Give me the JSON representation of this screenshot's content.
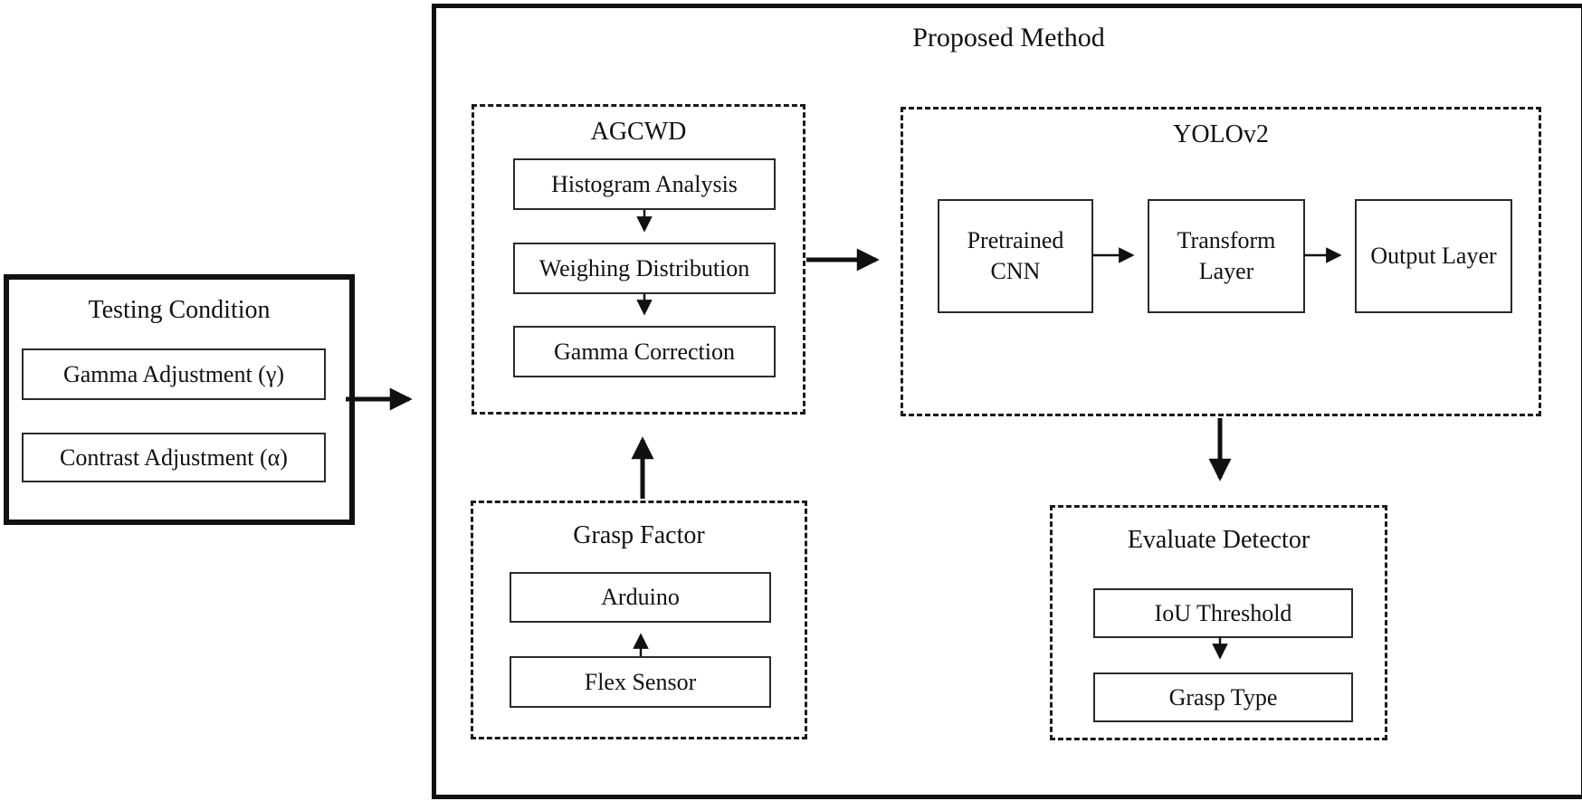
{
  "diagram": {
    "title": "Proposed Method",
    "testing_condition": {
      "title": "Testing Condition",
      "items": [
        "Gamma Adjustment (γ)",
        "Contrast Adjustment (α)"
      ]
    },
    "agcwd": {
      "title": "AGCWD",
      "steps": [
        "Histogram Analysis",
        "Weighing Distribution",
        "Gamma Correction"
      ]
    },
    "grasp_factor": {
      "title": "Grasp Factor",
      "steps": [
        "Arduino",
        "Flex Sensor"
      ]
    },
    "yolov2": {
      "title": "YOLOv2",
      "steps": [
        "Pretrained CNN",
        "Transform Layer",
        "Output Layer"
      ]
    },
    "evaluate_detector": {
      "title": "Evaluate Detector",
      "steps": [
        "IoU Threshold",
        "Grasp Type"
      ]
    },
    "connections": [
      "testing-condition -> proposed-method",
      "grasp-factor -> agcwd",
      "agcwd -> yolov2",
      "yolov2 -> evaluate-detector",
      "histogram-analysis -> weighing-distribution",
      "weighing-distribution -> gamma-correction",
      "flex-sensor -> arduino",
      "pretrained-cnn -> transform-layer",
      "transform-layer -> output-layer",
      "iou-threshold -> grasp-type"
    ],
    "colors": {
      "line": "#111111",
      "background": "#ffffff",
      "text": "#111111"
    }
  }
}
